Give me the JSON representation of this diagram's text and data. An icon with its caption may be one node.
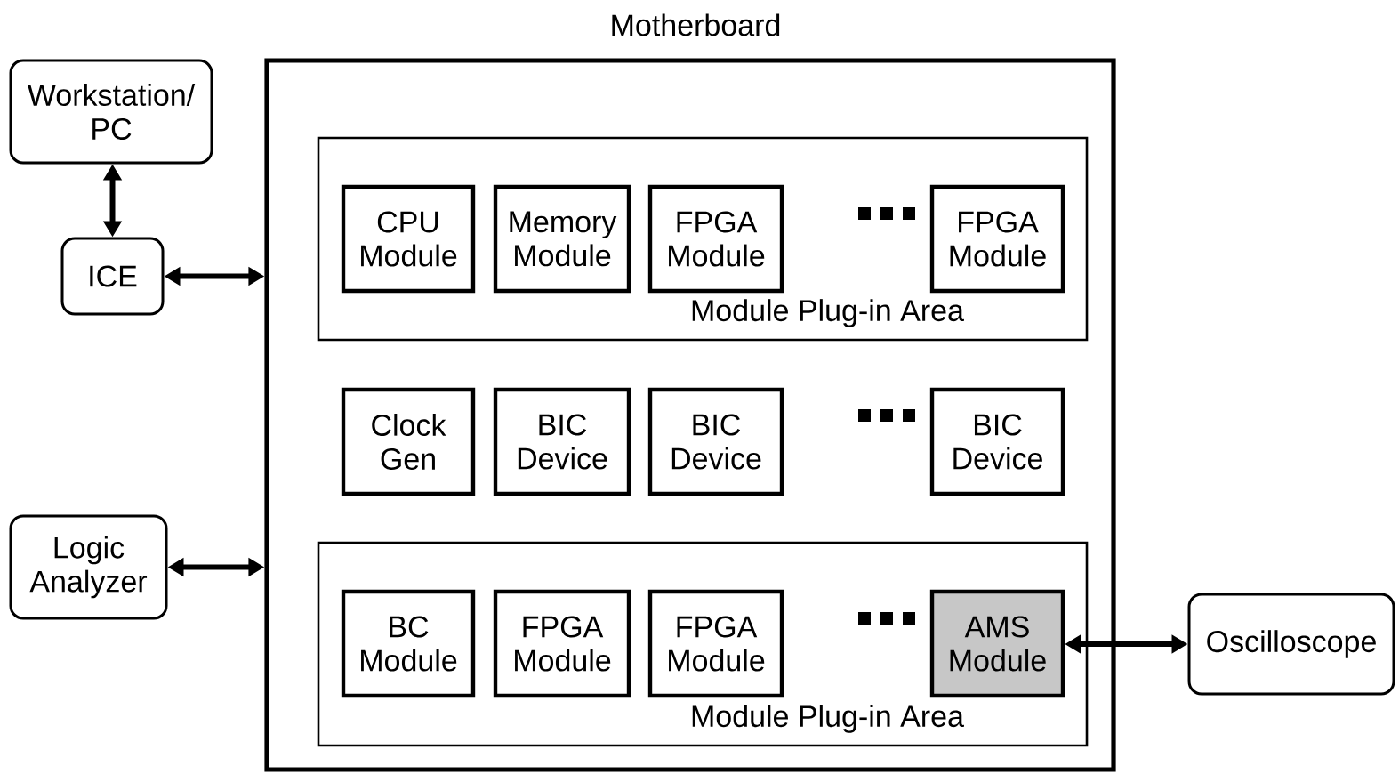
{
  "diagram": {
    "nodes": [
      {
        "text": [
          "Workstation/ PC"
        ]
      },
      {
        "text": [
          "ICE"
        ]
      },
      {
        "text": [
          "Logic Analyzer"
        ]
      },
      {
        "text": [
          "Motherboard"
        ]
      },
      {
        "text": [
          "Module Plug-in Area"
        ],
        "in": 3
      },
      {
        "text": [
          "CPU Module"
        ],
        "in": 4
      },
      {
        "text": [
          "Memory Module"
        ],
        "in": 4
      },
      {
        "text": [
          "FPGA Module"
        ],
        "in": 4
      },
      {
        "text": [
          "FPGA Module"
        ],
        "in": 4
      },
      {
        "text": [
          "Clock Gen"
        ],
        "in": 3
      },
      {
        "text": [
          "BIC Device"
        ],
        "in": 3
      },
      {
        "text": [
          "BIC Device"
        ],
        "in": 3
      },
      {
        "text": [
          "BIC Device"
        ],
        "in": 3
      },
      {
        "text": [
          "Module Plug-in Area"
        ],
        "in": 3
      },
      {
        "text": [
          "BC Module"
        ],
        "in": 13
      },
      {
        "text": [
          "FPGA Module"
        ],
        "in": 13
      },
      {
        "text": [
          "FPGA Module"
        ],
        "in": 13
      },
      {
        "text": [
          "AMS Module"
        ],
        "in": 13
      },
      {
        "text": [
          "Oscilloscope"
        ]
      }
    ],
    "edges": [
      {
        "from": 0,
        "to": 1,
        "arrow": "both"
      },
      {
        "from": 1,
        "to": 3,
        "arrow": "both"
      },
      {
        "from": 2,
        "to": 3,
        "arrow": "both"
      },
      {
        "from": 17,
        "to": 18,
        "arrow": "both"
      }
    ]
  }
}
